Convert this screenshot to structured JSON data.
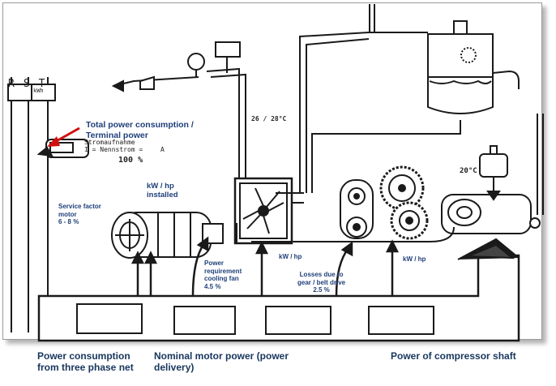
{
  "meter": {
    "phases": [
      "R",
      "S",
      "T"
    ],
    "unit": "kWh"
  },
  "clamp_meter": {
    "line1": "Stromaufnahme",
    "line2": "I = Nennstrom =",
    "unit": "A",
    "percent": "100 %"
  },
  "labels": {
    "total_power": "Total power consumption  /\nTerminal power",
    "kw_hp_installed": "kW / hp\ninstalled",
    "service_factor": "Service factor\nmotor\n6 - 8 %",
    "cooling_fan": "Power\nrequirement\ncooling fan\n4.5 %",
    "kw_hp_mid": "kW / hp",
    "losses_gear": "Losses due to\ngear / belt drive\n2.5 %",
    "kw_hp_right": "kW / hp",
    "temp_cooler": "26 / 28°C",
    "temp_intake": "20°C"
  },
  "captions": {
    "three_phase": "Power consumption\nfrom three phase net",
    "nominal_motor": "Nominal motor power (power\ndelivery)",
    "compressor_shaft": "Power of compressor shaft"
  },
  "colors": {
    "label_text": "#1f3f7a",
    "arrow": "#d01010",
    "line": "#1a1a1a"
  }
}
